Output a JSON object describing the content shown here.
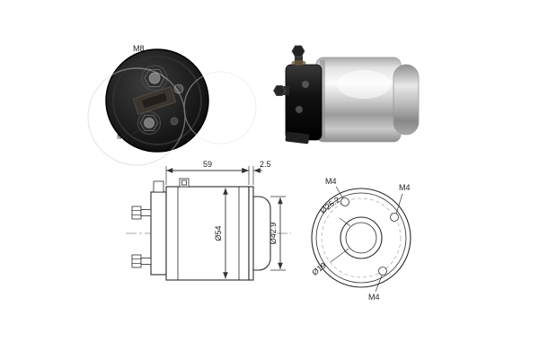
{
  "end_view": {
    "terminal_top": "M8",
    "terminal_bottom": "M6"
  },
  "side_view": {
    "length": "59",
    "flange": "2.5",
    "body_dia": "Ø54",
    "cap_dia": "Ø42.9"
  },
  "flange_view": {
    "m4_a": "M4",
    "m4_b": "M4",
    "m4_c": "M4",
    "bolt_circle": "Ø25.2",
    "inner": "Ø19"
  },
  "colors": {
    "line": "#333333",
    "cap_black": "#111111",
    "metal_light": "#fafafa"
  }
}
